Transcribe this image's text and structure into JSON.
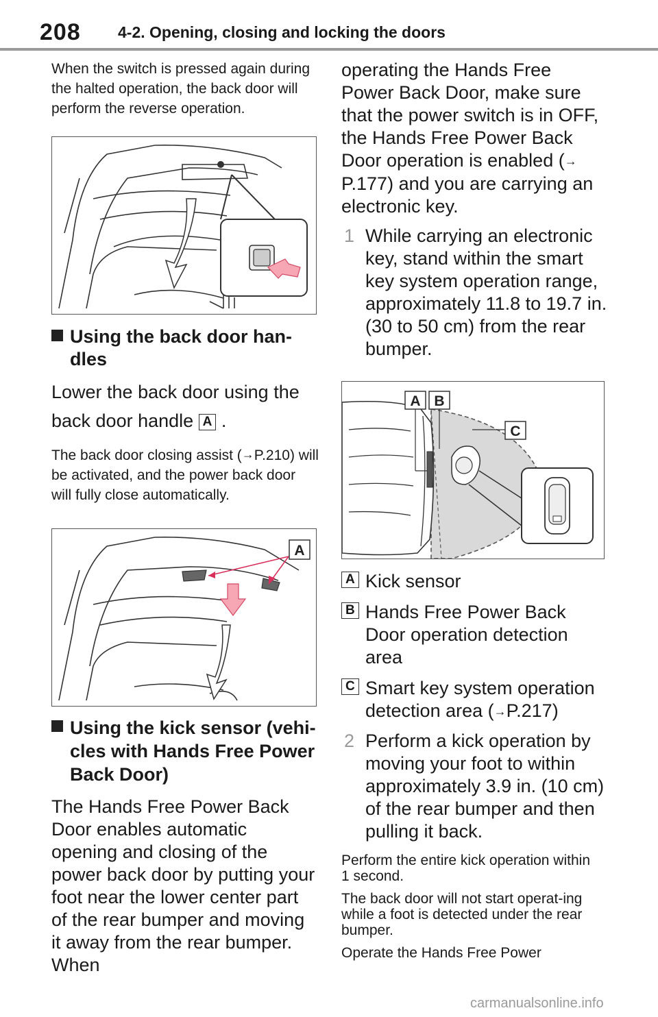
{
  "header": {
    "page_number": "208",
    "section_title": "4-2. Opening, closing and locking the doors"
  },
  "left": {
    "para1": "When the switch is pressed again during the halted operation, the back door will perform the reverse operation.",
    "heading1": "Using the back door han-dles",
    "body1_a": "Lower the back door using the back door handle",
    "body1_b": ".",
    "label_a": "A",
    "note1_a": "The back door closing assist (",
    "note1_ref": "P.210",
    "note1_b": ") will be activated, and the power back door will fully close automatically.",
    "fig2_label": "A",
    "heading2": "Using the kick sensor (vehi-cles with Hands Free Power Back Door)",
    "body2": "The Hands Free Power Back Door enables automatic opening and closing of the power back door by putting your foot near the lower center part of the rear bumper and moving it away from the rear bumper. When"
  },
  "right": {
    "body_a": "operating the Hands Free Power Back Door, make sure that the power switch is in OFF, the Hands Free Power Back Door operation is enabled (",
    "body_ref": "P.177",
    "body_b": ") and you are carrying an electronic key.",
    "step1_num": "1",
    "step1": "While carrying an electronic key, stand within the smart key system operation range, approximately 11.8 to 19.7 in. (30 to 50 cm) from the rear bumper.",
    "fig_labels": {
      "a": "A",
      "b": "B",
      "c": "C"
    },
    "legend": [
      {
        "label": "A",
        "text": "Kick sensor"
      },
      {
        "label": "B",
        "text": "Hands Free Power Back Door operation detection area"
      },
      {
        "label": "C",
        "text_a": "Smart key system operation detection area (",
        "ref": "P.217",
        "text_b": ")"
      }
    ],
    "step2_num": "2",
    "step2": "Perform a kick operation by moving your foot to within approximately 3.9 in. (10 cm) of the rear bumper and then pulling it back.",
    "note2": "Perform the entire kick operation within 1 second.",
    "note3": "The back door will not start operat-ing while a foot is detected under the rear bumper.",
    "note4": "Operate the Hands Free Power"
  },
  "arrow_glyph": "→",
  "watermark": "carmanualsonline.info"
}
